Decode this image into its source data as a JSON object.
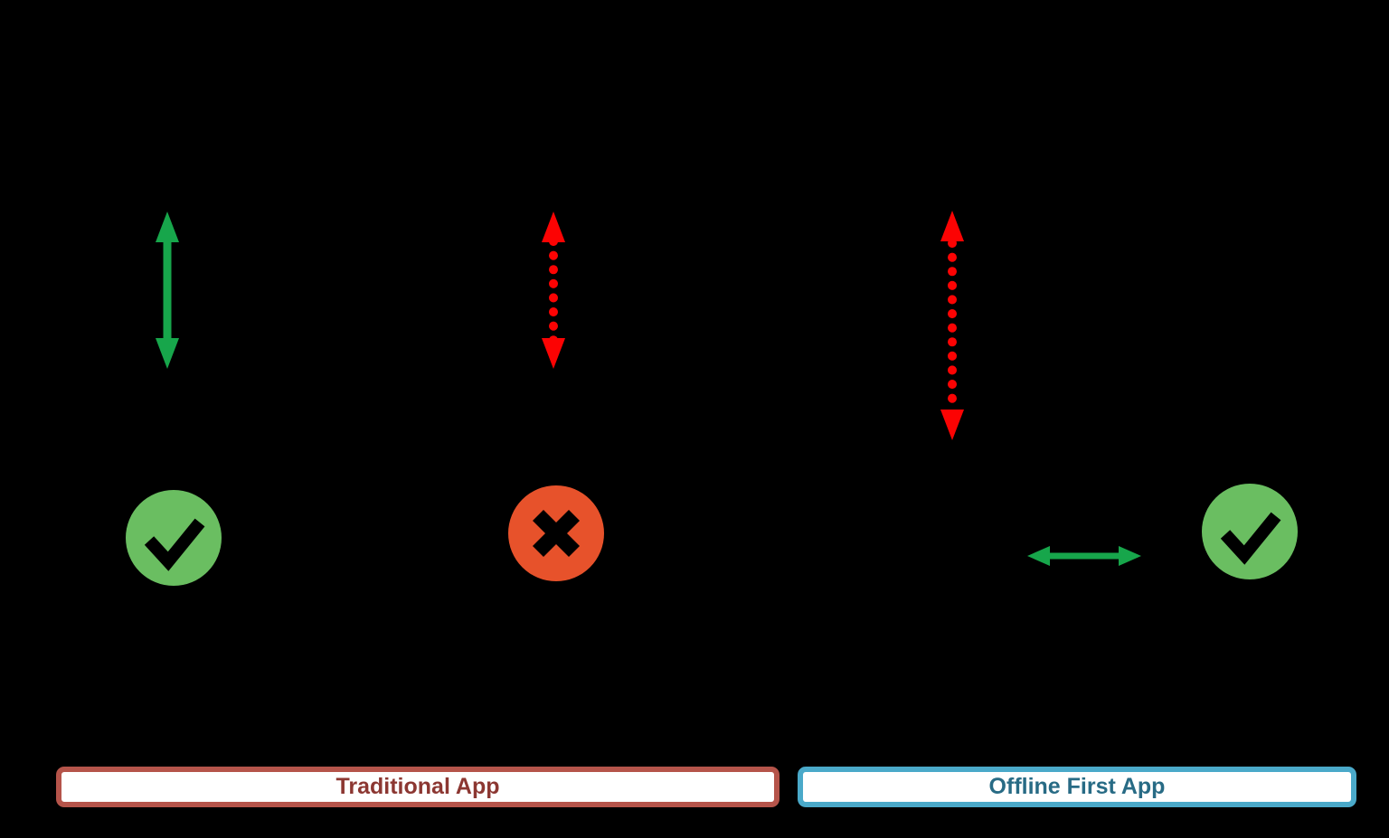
{
  "background": {
    "color": "#000000"
  },
  "labels": {
    "traditional_app": "Traditional App",
    "offline_first_app": "Offline First App"
  },
  "colors": {
    "solid_arrow_green": "#17A64B",
    "dotted_arrow_red": "#FC0303",
    "check_circle_green": "#6ABE61",
    "cross_circle_orange": "#E7522B",
    "mark_black": "#000000",
    "traditional_border": "#B5544A",
    "traditional_text": "#8C3732",
    "offline_border": "#4AA9C9",
    "offline_text": "#286B85",
    "label_box_background": "#FFFFFF"
  },
  "icons": {
    "online_connection_arrow": "solid-green-vertical-double-arrow",
    "broken_connection_arrow": "dotted-red-vertical-double-arrow",
    "server_offline_arrow": "dotted-red-vertical-double-arrow-long",
    "local_sync_arrow": "solid-green-horizontal-double-arrow",
    "status_left": "green-check-circle",
    "status_center": "orange-cross-circle",
    "status_right": "green-check-circle"
  }
}
